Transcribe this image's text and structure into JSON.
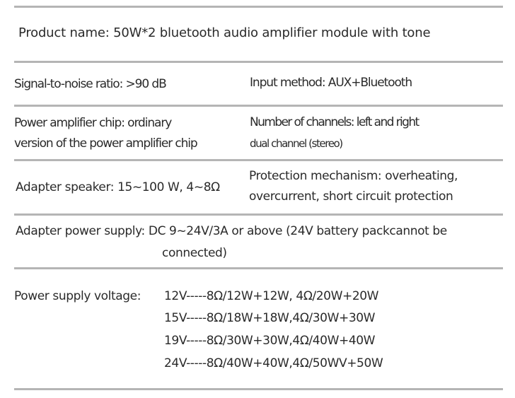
{
  "product_name": "Product name: 50W*2 bluetooth audio amplifier module with tone",
  "specs": {
    "snr": "Signal-to-noise ratio: >90 dB",
    "input_method": "Input method: AUX+Bluetooth",
    "chip_line1": "Power amplifier chip: ordinary",
    "chip_line2": "version of the power amplifier chip",
    "channels_line1": "Number of channels: left and right",
    "channels_line2": "dual channel (stereo)",
    "speaker": "Adapter speaker: 15~100 W, 4~8Ω",
    "protection_line1": "Protection mechanism: overheating,",
    "protection_line2": "overcurrent, short circuit protection",
    "power_supply_line1": "Adapter power supply: DC 9~24V/3A or above (24V battery packcannot be",
    "power_supply_line2": "connected)"
  },
  "voltage": {
    "label": "Power supply voltage:",
    "rows": [
      "12V-----8Ω/12W+12W, 4Ω/20W+20W",
      "15V-----8Ω/18W+18W,4Ω/30W+30W",
      "19V-----8Ω/30W+30W,4Ω/40W+40W",
      "24V-----8Ω/40W+40W,4Ω/50WV+50W"
    ]
  }
}
